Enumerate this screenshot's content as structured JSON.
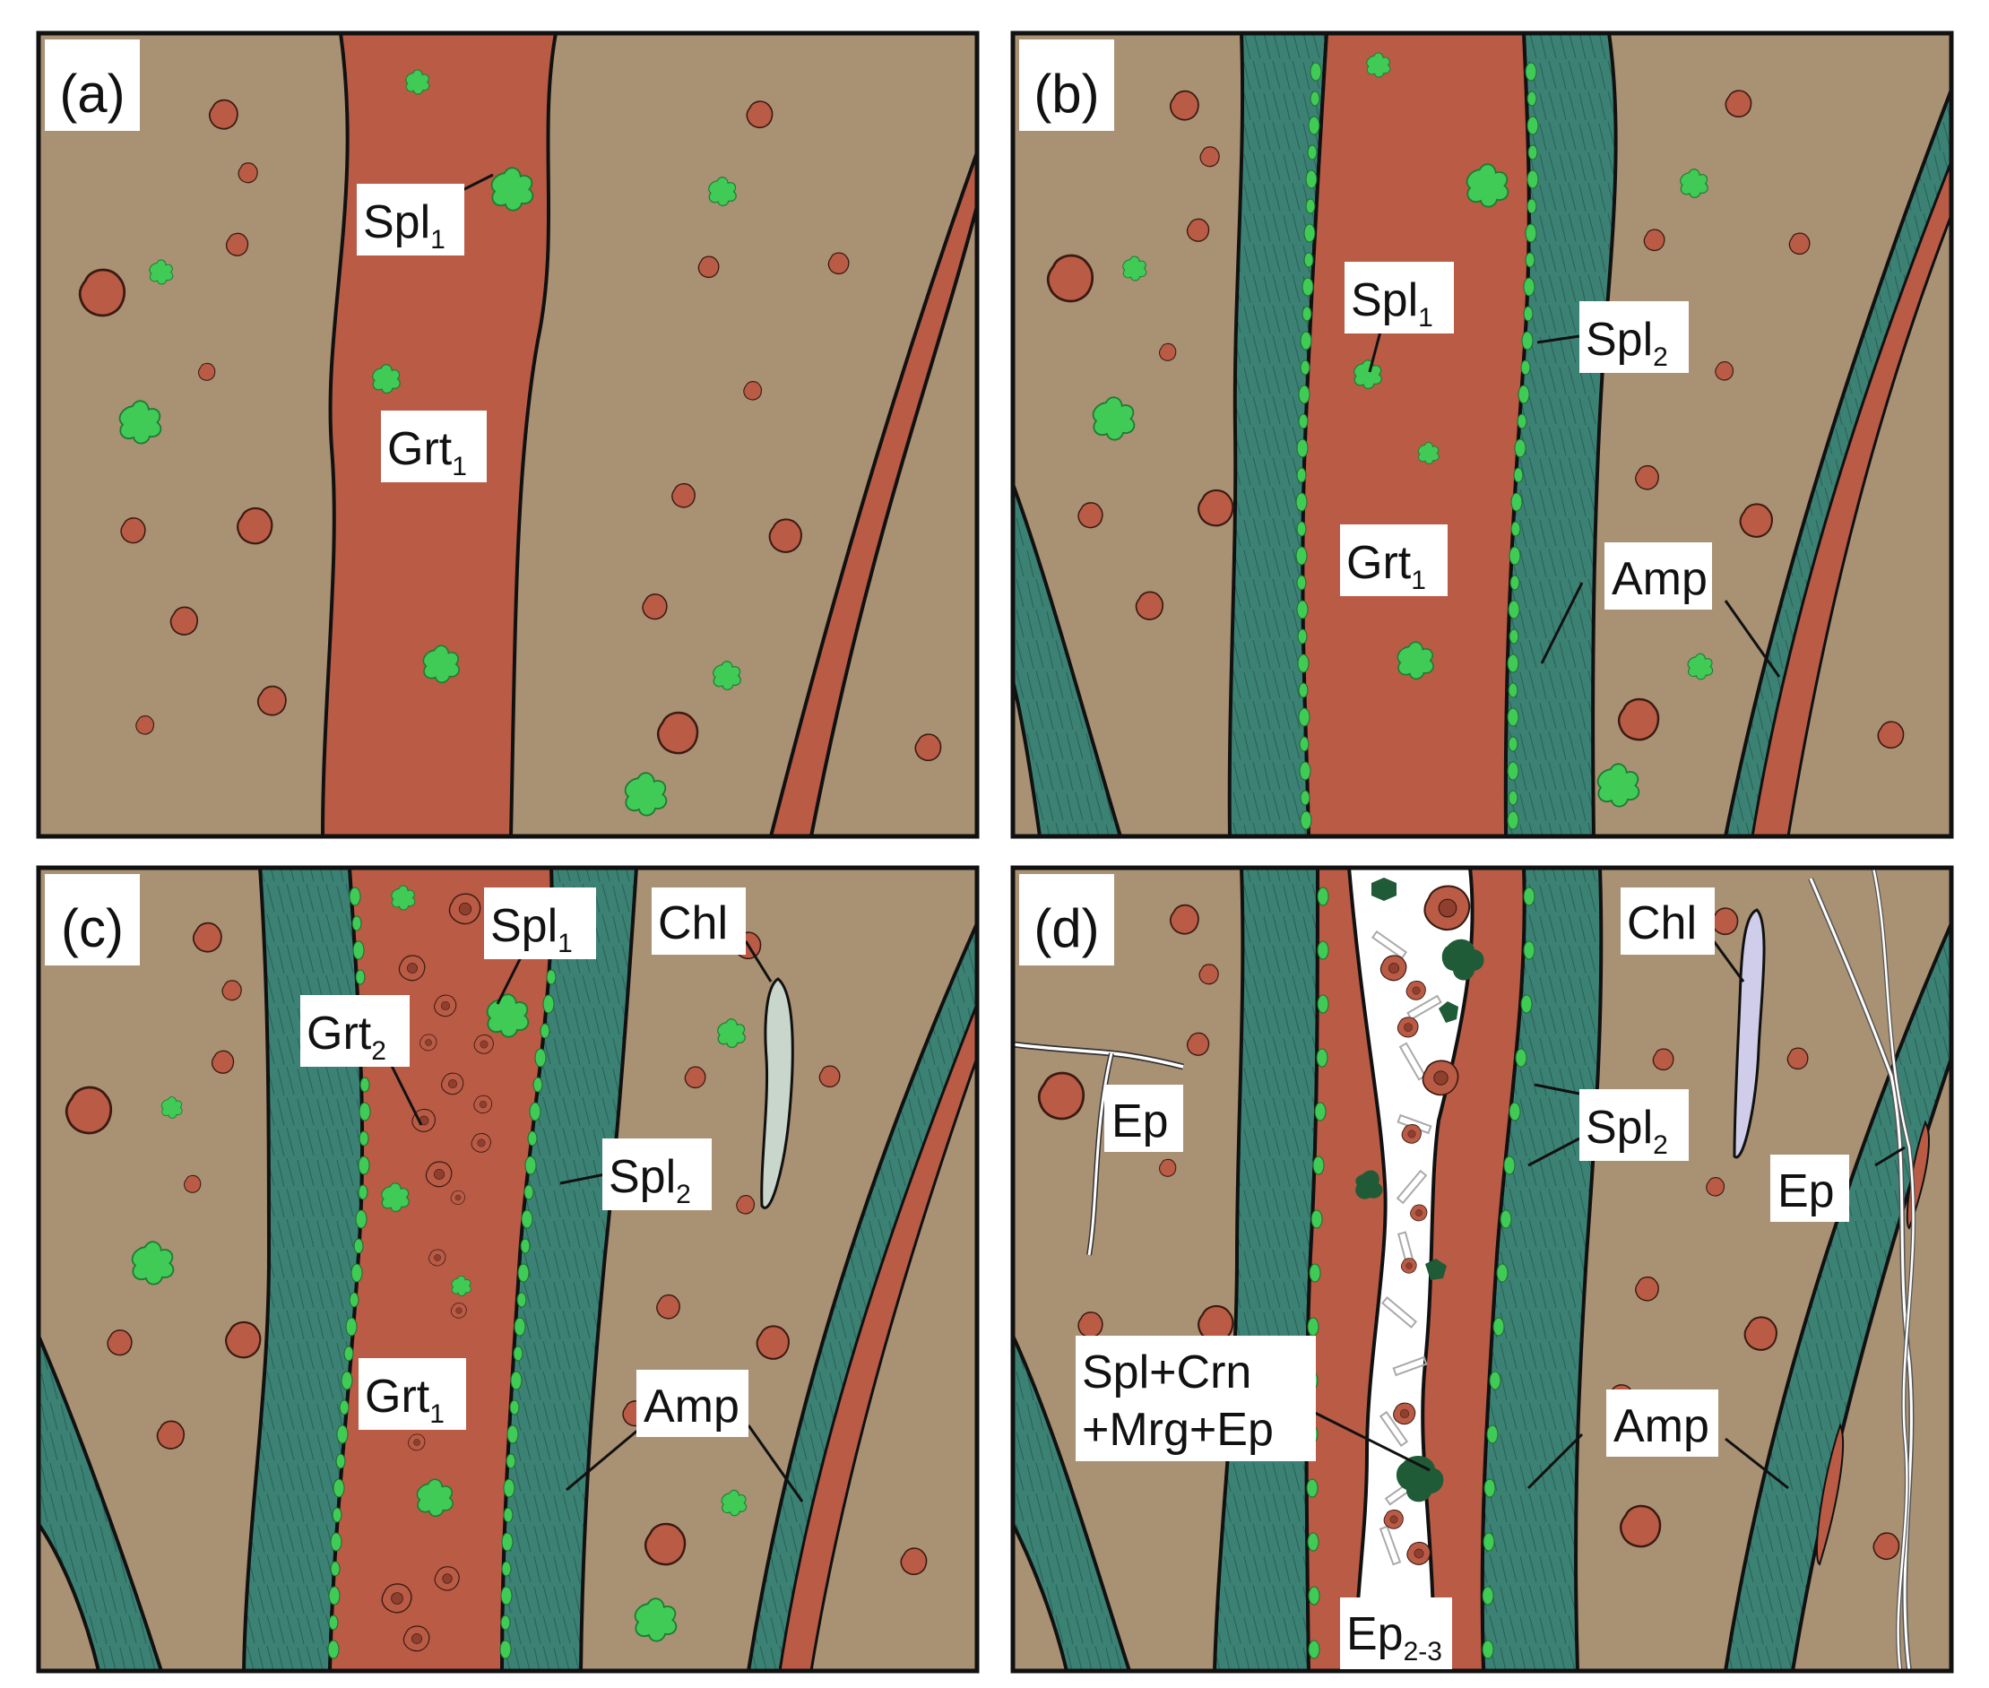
{
  "colors": {
    "matrix": "#A99173",
    "garnet": "#B95B45",
    "amphibole": "#3C8274",
    "spinel": "#3FCB55",
    "spinel_dark": "#1E5B36",
    "chlorite_c": "#C9D6CC",
    "chlorite_d": "#CFCDEA",
    "vein_white": "#FFFFFF",
    "outline": "#111111",
    "label_bg": "#FFFFFF"
  },
  "panels": [
    {
      "id": "a",
      "panel_label": "(a)",
      "labels": [
        {
          "main": "Spl",
          "sub": "1"
        },
        {
          "main": "Grt",
          "sub": "1"
        }
      ]
    },
    {
      "id": "b",
      "panel_label": "(b)",
      "labels": [
        {
          "main": "Spl",
          "sub": "1"
        },
        {
          "main": "Spl",
          "sub": "2"
        },
        {
          "main": "Grt",
          "sub": "1"
        },
        {
          "main": "Amp",
          "sub": ""
        }
      ]
    },
    {
      "id": "c",
      "panel_label": "(c)",
      "labels": [
        {
          "main": "Spl",
          "sub": "1"
        },
        {
          "main": "Chl",
          "sub": ""
        },
        {
          "main": "Grt",
          "sub": "2"
        },
        {
          "main": "Spl",
          "sub": "2"
        },
        {
          "main": "Grt",
          "sub": "1"
        },
        {
          "main": "Amp",
          "sub": ""
        }
      ]
    },
    {
      "id": "d",
      "panel_label": "(d)",
      "labels": [
        {
          "main": "Chl",
          "sub": ""
        },
        {
          "main": "Ep",
          "sub": ""
        },
        {
          "main": "Spl",
          "sub": "2"
        },
        {
          "main": "Ep",
          "sub": ""
        },
        {
          "main": "Spl+Crn",
          "sub": ""
        },
        {
          "main": "+Mrg+Ep",
          "sub": ""
        },
        {
          "main": "Amp",
          "sub": ""
        },
        {
          "main": "Ep",
          "sub": "2-3"
        }
      ]
    }
  ]
}
